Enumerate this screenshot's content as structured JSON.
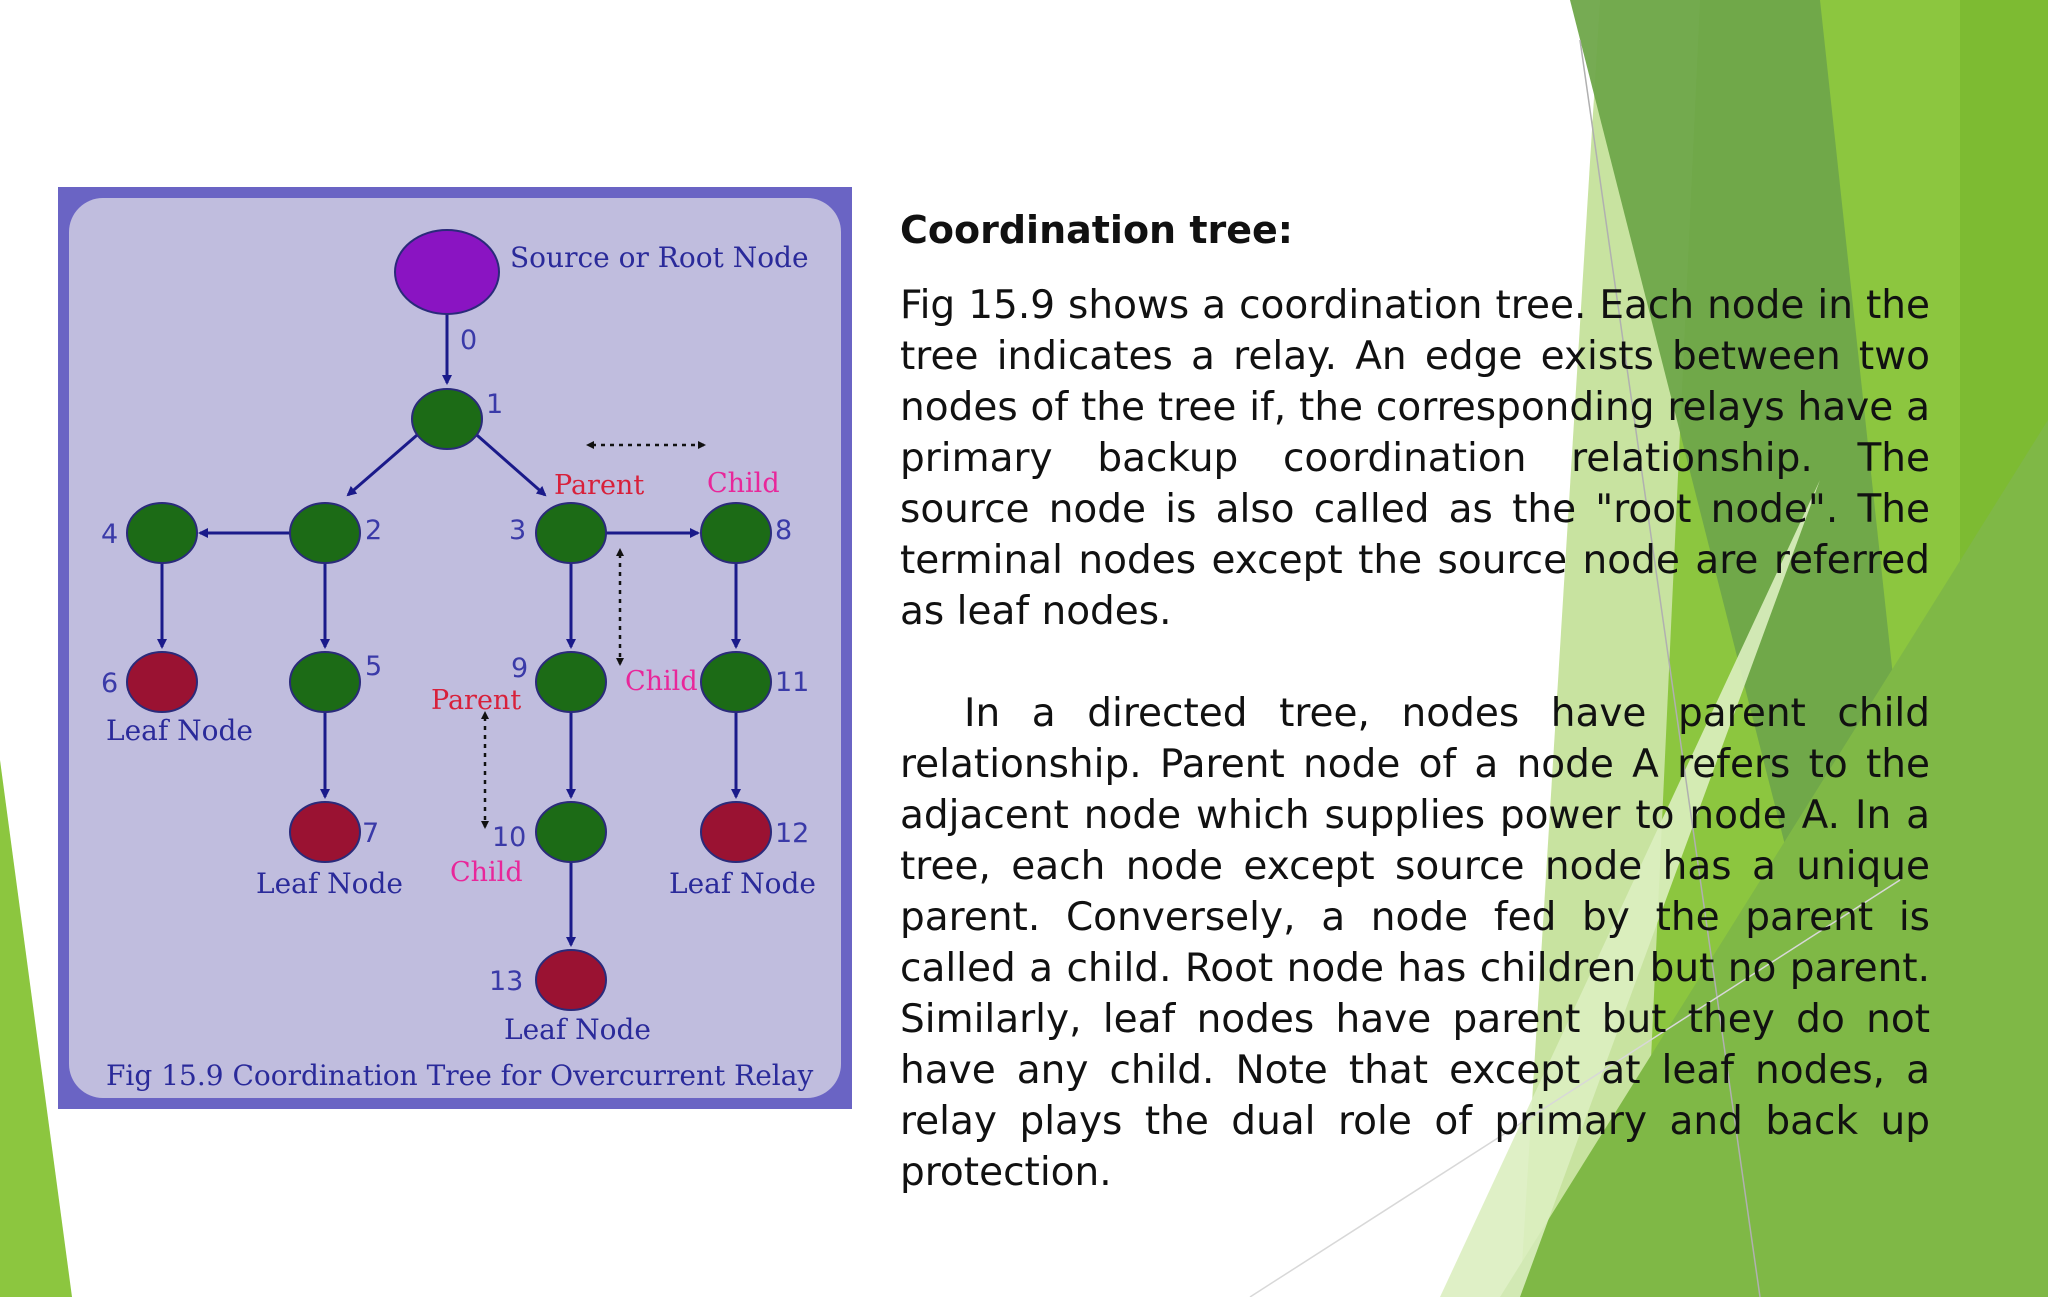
{
  "slide": {
    "colors": {
      "accent_green": "#8cc63f",
      "dark_green": "#5a9a2e",
      "light_green": "#c8e3a0",
      "node_green": "#1c6b16",
      "node_leaf": "#9a1232",
      "node_root": "#8a14c2",
      "figure_border": "#6a64c4",
      "figure_bg": "#c0bdde"
    }
  },
  "figure": {
    "caption": "Fig 15.9 Coordination Tree for Overcurrent Relay",
    "source_label": "Source or Root Node",
    "nodes": {
      "n0": "0",
      "n1": "1",
      "n2": "2",
      "n3": "3",
      "n4": "4",
      "n5": "5",
      "n6": "6",
      "n7": "7",
      "n8": "8",
      "n9": "9",
      "n10": "10",
      "n11": "11",
      "n12": "12",
      "n13": "13"
    },
    "leaf_label": "Leaf Node",
    "parent_label": "Parent",
    "child_label": "Child"
  },
  "content": {
    "heading": "Coordination tree:",
    "para1": "Fig 15.9 shows a coordination tree. Each node in the tree indicates a relay. An edge exists between two nodes of the tree if, the corresponding relays have a primary backup coordination relationship. The source node is also called as the \"root node\". The terminal nodes except the source node are referred as leaf nodes.",
    "para2": "In a directed tree, nodes have parent child relationship. Parent node of a node A refers to the adjacent node which supplies power to node A. In a tree, each node except source node has a unique parent. Conversely, a node fed by the parent is called a child. Root node has children but no parent. Similarly, leaf nodes have parent but they do not have any child. Note that except at leaf nodes, a relay plays the dual role of primary and back up protection."
  }
}
